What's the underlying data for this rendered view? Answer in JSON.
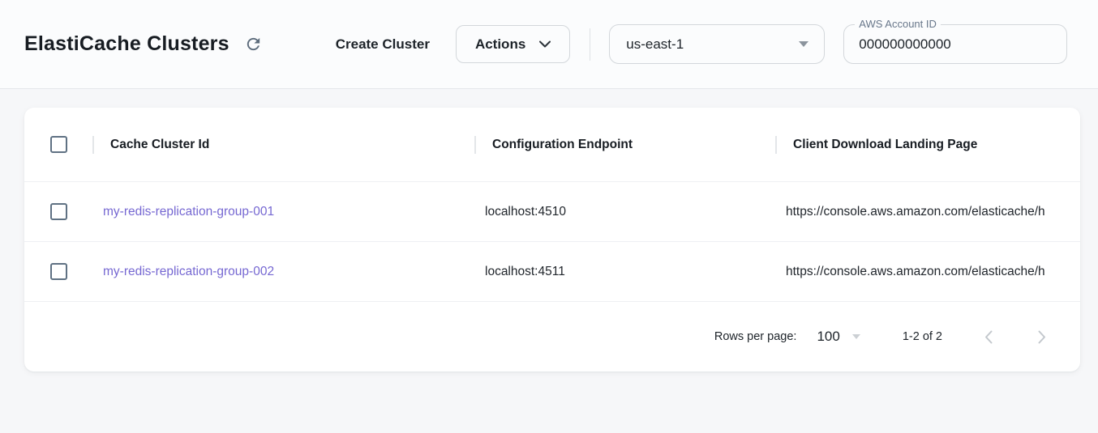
{
  "header": {
    "title": "ElastiCache Clusters",
    "create_button_label": "Create Cluster",
    "actions_button_label": "Actions",
    "region_select": {
      "selected": "us-east-1"
    },
    "account_field": {
      "label": "AWS Account ID",
      "value": "000000000000"
    }
  },
  "table": {
    "columns": [
      "Cache Cluster Id",
      "Configuration Endpoint",
      "Client Download Landing Page"
    ],
    "rows": [
      {
        "cache_cluster_id": "my-redis-replication-group-001",
        "configuration_endpoint": "localhost:4510",
        "client_download_landing_page": "https://console.aws.amazon.com/elasticache/h"
      },
      {
        "cache_cluster_id": "my-redis-replication-group-002",
        "configuration_endpoint": "localhost:4511",
        "client_download_landing_page": "https://console.aws.amazon.com/elasticache/h"
      }
    ],
    "pagination": {
      "rows_per_page_label": "Rows per page:",
      "rows_per_page_value": "100",
      "range_label": "1-2 of 2"
    }
  },
  "icons": {
    "refresh": "circular-arrow-refresh",
    "actions_chevron": "chevron-down",
    "region_caret": "filled-caret-down",
    "rows_caret": "filled-caret-down",
    "prev_page": "chevron-left",
    "next_page": "chevron-right"
  },
  "colors": {
    "link": "#7668d2",
    "checkbox_border": "#5f7183",
    "header_bg": "#fbfcfd",
    "page_bg": "#f6f7f9",
    "card_bg": "#ffffff"
  }
}
